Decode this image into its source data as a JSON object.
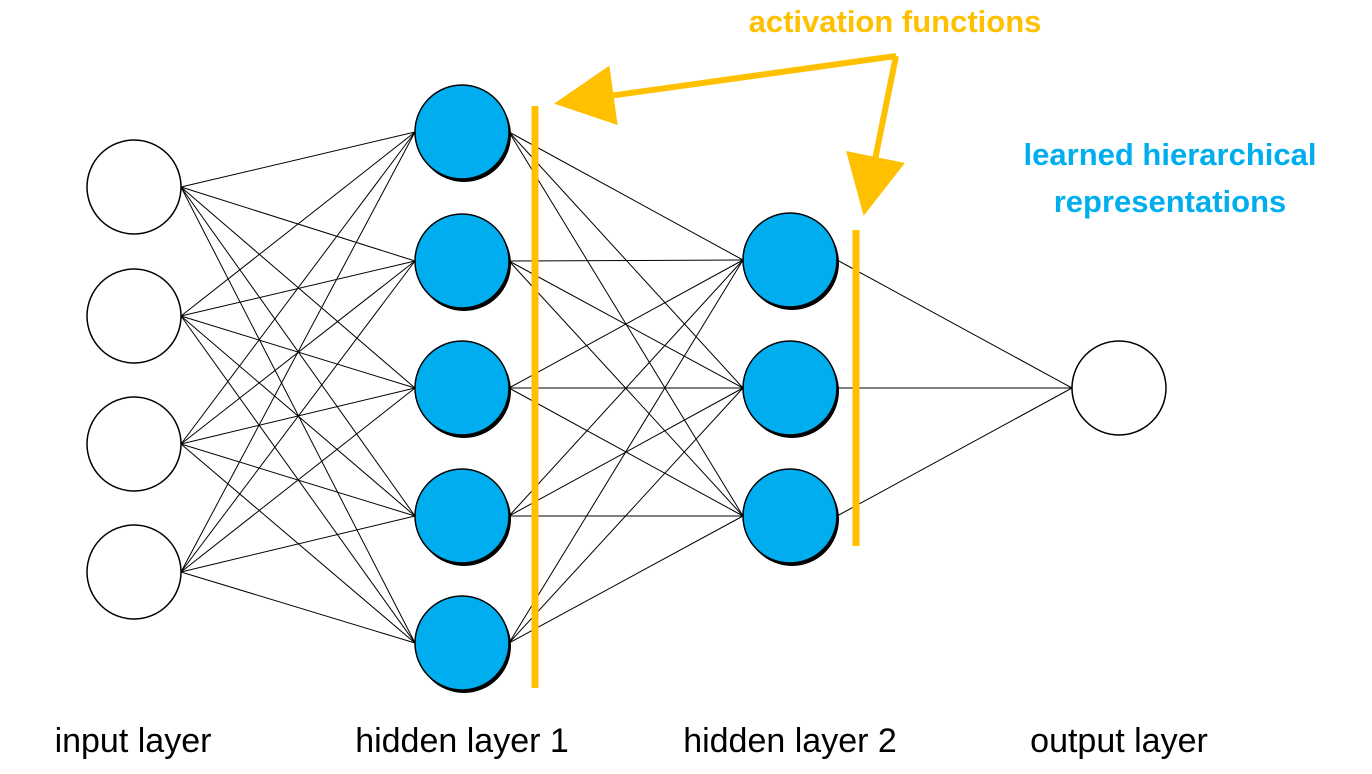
{
  "colors": {
    "hidden_node_fill": "#00AEEF",
    "input_output_node_fill": "#FFFFFF",
    "node_stroke": "#000000",
    "edge_stroke": "#000000",
    "activation_bar": "#FFC000",
    "activation_text": "#FFC000",
    "representation_text": "#00AEEF"
  },
  "layers": [
    {
      "label": "input layer",
      "nodes": 4,
      "style": "empty"
    },
    {
      "label": "hidden layer 1",
      "nodes": 5,
      "style": "filled"
    },
    {
      "label": "hidden layer 2",
      "nodes": 3,
      "style": "filled"
    },
    {
      "label": "output layer",
      "nodes": 1,
      "style": "empty"
    }
  ],
  "annotations": {
    "activation_functions": "activation functions",
    "learned_line1": "learned hierarchical",
    "learned_line2": "representations"
  }
}
